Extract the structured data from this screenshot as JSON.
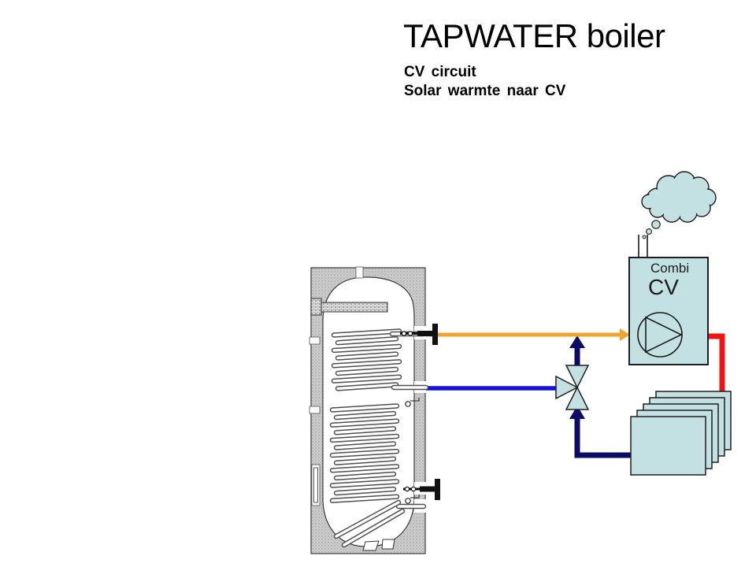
{
  "slide": {
    "title": "TAPWATER boiler",
    "subtitle_lines": [
      "CV circuit",
      "Solar warmte naar CV"
    ]
  },
  "diagram": {
    "combi_unit": {
      "name_line": "Combi",
      "type_line": "CV"
    },
    "radiator_panel_count": 5,
    "colors": {
      "component_fill": "#c3e1e2",
      "pipe_warm_supply_orange": "#f0a330",
      "pipe_return_blue": "#1515cf",
      "pipe_radiator_return_navy": "#0b0b66",
      "pipe_cv_supply_red": "#ee1515",
      "tank_wall_gray": "#cdcdcd"
    }
  }
}
